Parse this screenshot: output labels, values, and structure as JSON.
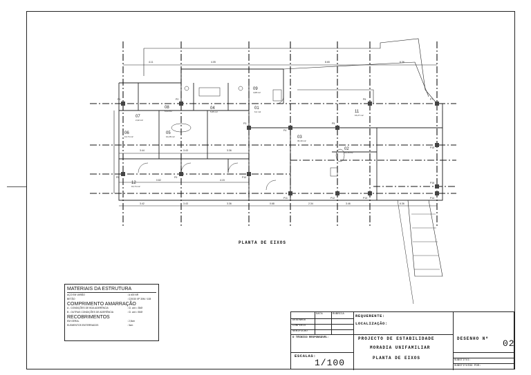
{
  "plan": {
    "title": "PLANTA DE EIXOS",
    "rooms": [
      {
        "id": "09",
        "area": "4,08 m2"
      },
      {
        "id": "04",
        "area": "5,65 m2"
      },
      {
        "id": "01",
        "area": "6,2 m2"
      },
      {
        "id": "07",
        "area": "2,42 m2"
      },
      {
        "id": "08",
        "area": "6,43 m2"
      },
      {
        "id": "05",
        "area": "10,28 m2"
      },
      {
        "id": "06",
        "area": "13,74 m2"
      },
      {
        "id": "11",
        "area": "16,27 m2"
      },
      {
        "id": "03",
        "area": "30,40 m2"
      },
      {
        "id": "02",
        "area": "14,16 m2"
      },
      {
        "id": "12",
        "area": "16,74 m2"
      }
    ],
    "dims_top": [
      "4.11",
      "4.05",
      "8.65",
      "6.36"
    ],
    "dims_mid": [
      "3.44",
      "3.43",
      "3.36"
    ],
    "dims_low": [
      "0.82",
      "4.15"
    ],
    "dims_bottom": [
      "3.42",
      "3.43",
      "3.36",
      "0.68",
      "2.34",
      "3.46",
      "6.36"
    ],
    "pillar_labels": [
      "P1",
      "P2",
      "P3",
      "P4",
      "P5",
      "P6",
      "P7",
      "P8",
      "P9",
      "P10",
      "P11",
      "P12",
      "P13",
      "P14",
      "P15",
      "P16"
    ]
  },
  "materials": {
    "title": "MATERIAIS DA ESTRUTURA",
    "rows": [
      {
        "k": "AÇO EM VARÃO",
        "v": ": A 400 NR"
      },
      {
        "k": "BETÃO",
        "v": ": C20/30 XP 30M / 108"
      }
    ],
    "anchor_title": "COMPRIMENTO AMARRAÇÃO",
    "anchor_rows": [
      {
        "k": "A - CONDIÇÕES DE BOA ADERÊNCIA",
        "v": ": Cl. ant = 35Ø"
      },
      {
        "k": "B - OUTRAS CONDIÇÕES DE ADERÊNCIA",
        "v": ": Cl. ant = 50Ø"
      }
    ],
    "cover_title": "RECOBRIMENTOS",
    "cover_rows": [
      {
        "k": "EM GERAL",
        "v": ": 2,5cm"
      },
      {
        "k": "ELEMENTOS ENTERRADOS",
        "v": ": 3cm"
      }
    ]
  },
  "titleblock": {
    "col_data": "DATA",
    "col_rubrica": "RUBRICA",
    "row1": "DESENHOU",
    "row2": "CONFERIU",
    "row3": "VERIFICOU",
    "requerente": "REQUERENTE:",
    "localizacao": "LOCALIZAÇÃO:",
    "tecnico": "O TÉCNICO RESPONSÁVEL:",
    "escalas_label": "ESCALAS:",
    "escala": "1/100",
    "projecto": "PROJECTO DE ESTABILIDADE",
    "moradia": "MORADIA UNIFAMILIAR",
    "planta": "PLANTA DE EIXOS",
    "desenho_label": "DESENHO Nº",
    "desenho_num": "02",
    "substitui": "SUBSTITUI:",
    "substituido": "SUBSTITUÍDO POR:"
  }
}
